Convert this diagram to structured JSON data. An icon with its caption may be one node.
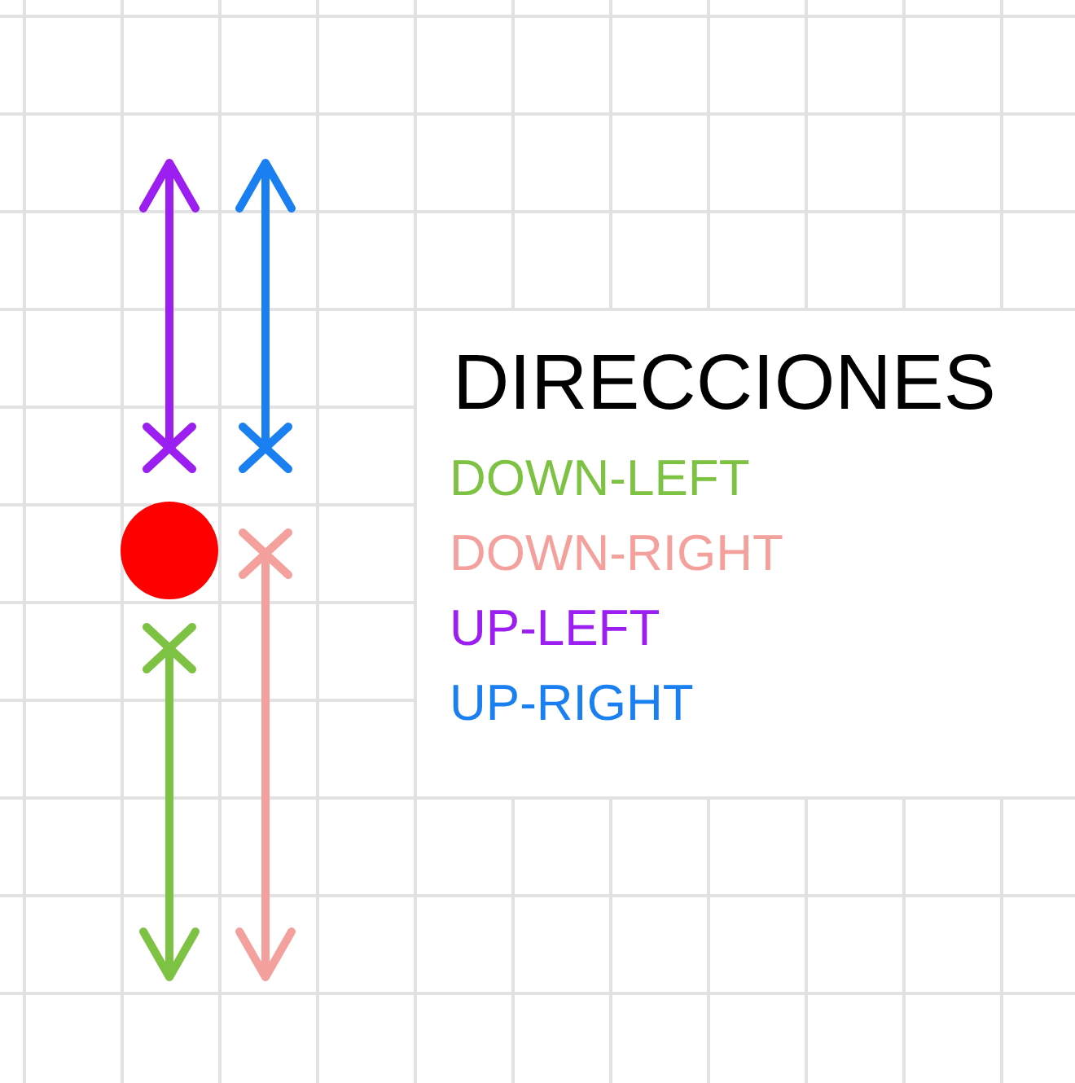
{
  "diagram": {
    "title": "DIRECCIONES",
    "nodes": [
      {
        "text": [],
        "shape": "circle"
      }
    ],
    "legend": [
      {
        "text": "DOWN-LEFT",
        "color": "#7dc242"
      },
      {
        "text": "DOWN-RIGHT",
        "color": "#f4a09c"
      },
      {
        "text": "UP-LEFT",
        "color": "#9b1ff0"
      },
      {
        "text": "UP-RIGHT",
        "color": "#1a7ff0"
      }
    ]
  }
}
